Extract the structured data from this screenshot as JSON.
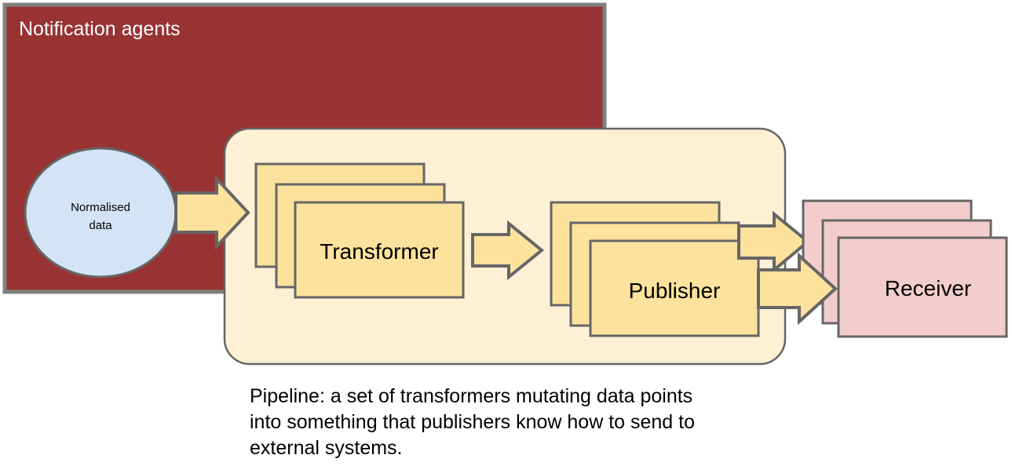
{
  "diagram": {
    "type": "architecture-flow",
    "title_group": {
      "label": "Notification agents",
      "fill": "#993333",
      "stroke": "#808080",
      "text_color": "#ffffff"
    },
    "source": {
      "label_line1": "Normalised",
      "label_line2": "data",
      "shape": "ellipse",
      "fill": "#d4e4f7",
      "stroke": "#666666"
    },
    "pipeline": {
      "shape": "rounded-rectangle",
      "fill": "#fdf0d5",
      "stroke": "#666666"
    },
    "stacks": [
      {
        "name": "transformer",
        "label": "Transformer",
        "count": 3,
        "fill": "#fce29c",
        "stroke": "#666666"
      },
      {
        "name": "publisher",
        "label": "Publisher",
        "count": 3,
        "fill": "#fce29c",
        "stroke": "#666666"
      },
      {
        "name": "receiver",
        "label": "Receiver",
        "count": 3,
        "fill": "#f3cdcd",
        "stroke": "#666666"
      }
    ],
    "arrows": [
      {
        "name": "normalised-data-to-transformer",
        "fill": "#fce29c",
        "stroke": "#666666"
      },
      {
        "name": "transformer-to-publisher",
        "fill": "#fce29c",
        "stroke": "#666666"
      },
      {
        "name": "publisher-to-receiver-back",
        "fill": "#fce29c",
        "stroke": "#666666"
      },
      {
        "name": "publisher-to-receiver-front",
        "fill": "#fce29c",
        "stroke": "#666666"
      }
    ],
    "caption": {
      "line1": "Pipeline: a set of transformers mutating data points",
      "line2": "into something that publishers know how to send to",
      "line3": "external systems."
    }
  }
}
